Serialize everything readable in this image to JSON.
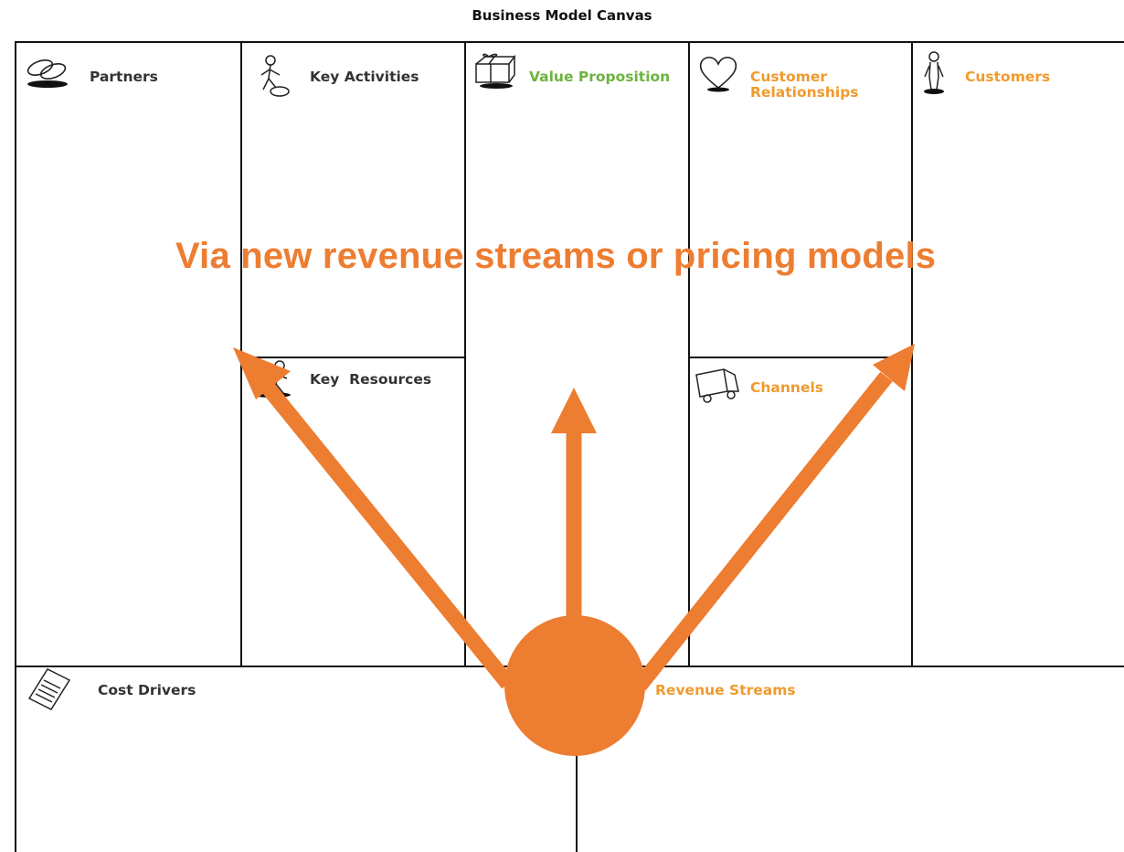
{
  "canvas": {
    "title": "Business Model Canvas",
    "blocks": {
      "partners": "Partners",
      "key_activities": "Key Activities",
      "value_proposition": "Value Proposition",
      "customer_relationships_line1": "Customer",
      "customer_relationships_line2": "Relationships",
      "customers": "Customers",
      "key_resources": "Key  Resources",
      "channels": "Channels",
      "cost_drivers": "Cost Drivers",
      "revenue_streams": "Revenue Streams"
    },
    "label_colors": {
      "default": "#333333",
      "value_proposition": "#6cb33f",
      "customer_side": "#f09a2c"
    }
  },
  "overlay": {
    "headline": "Via new revenue streams or pricing models",
    "color": "#ed7d31",
    "arrow_targets": [
      "key-resources",
      "value-proposition",
      "channels"
    ]
  }
}
